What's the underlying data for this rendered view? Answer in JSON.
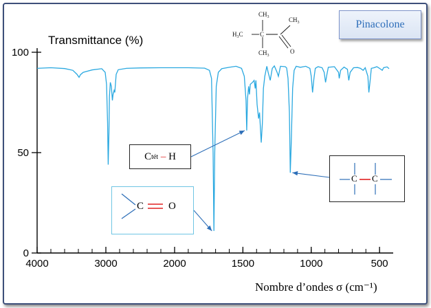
{
  "title": "Pinacolone",
  "chart_data": {
    "type": "line",
    "title": "",
    "ylabel": "Transmittance (%)",
    "xlabel": "Nombre d’ondes σ (cm⁻¹)",
    "xlim": [
      4000,
      400
    ],
    "ylim": [
      0,
      100
    ],
    "x_ticks": [
      "4000",
      "3000",
      "2000",
      "1500",
      "1000",
      "500"
    ],
    "y_ticks": [
      "0",
      "50",
      "100"
    ],
    "grid": false,
    "series": [
      {
        "color": "#29a8e0",
        "points": [
          [
            4000,
            92
          ],
          [
            3800,
            92.3
          ],
          [
            3600,
            91.9
          ],
          [
            3480,
            91
          ],
          [
            3420,
            89
          ],
          [
            3390,
            87.5
          ],
          [
            3370,
            88.8
          ],
          [
            3330,
            90
          ],
          [
            3200,
            91.2
          ],
          [
            3060,
            91.8
          ],
          [
            3010,
            90
          ],
          [
            2990,
            84
          ],
          [
            2975,
            65
          ],
          [
            2966,
            44
          ],
          [
            2955,
            60
          ],
          [
            2948,
            78
          ],
          [
            2935,
            85
          ],
          [
            2920,
            83
          ],
          [
            2905,
            76
          ],
          [
            2895,
            79
          ],
          [
            2880,
            81
          ],
          [
            2870,
            80
          ],
          [
            2850,
            89
          ],
          [
            2820,
            91.3
          ],
          [
            2700,
            92
          ],
          [
            2500,
            92.2
          ],
          [
            2200,
            92.3
          ],
          [
            1900,
            92.3
          ],
          [
            1780,
            92.1
          ],
          [
            1745,
            91
          ],
          [
            1730,
            87
          ],
          [
            1718,
            50
          ],
          [
            1712,
            11
          ],
          [
            1706,
            50
          ],
          [
            1695,
            83
          ],
          [
            1680,
            90
          ],
          [
            1655,
            91.8
          ],
          [
            1600,
            92.5
          ],
          [
            1550,
            93
          ],
          [
            1510,
            92
          ],
          [
            1490,
            88
          ],
          [
            1477,
            76
          ],
          [
            1472,
            61
          ],
          [
            1466,
            77
          ],
          [
            1458,
            83
          ],
          [
            1452,
            79
          ],
          [
            1446,
            84
          ],
          [
            1430,
            85
          ],
          [
            1418,
            86
          ],
          [
            1410,
            82
          ],
          [
            1405,
            86
          ],
          [
            1396,
            74
          ],
          [
            1385,
            67
          ],
          [
            1378,
            70
          ],
          [
            1366,
            55
          ],
          [
            1358,
            64
          ],
          [
            1350,
            82
          ],
          [
            1340,
            88
          ],
          [
            1325,
            93
          ],
          [
            1315,
            90
          ],
          [
            1300,
            86
          ],
          [
            1285,
            92
          ],
          [
            1270,
            93.2
          ],
          [
            1250,
            90
          ],
          [
            1240,
            88
          ],
          [
            1225,
            93
          ],
          [
            1190,
            92.8
          ],
          [
            1180,
            92.2
          ],
          [
            1170,
            87
          ],
          [
            1160,
            70
          ],
          [
            1153,
            40
          ],
          [
            1146,
            55
          ],
          [
            1136,
            82
          ],
          [
            1125,
            91
          ],
          [
            1110,
            93
          ],
          [
            1080,
            92.5
          ],
          [
            1040,
            93
          ],
          [
            1010,
            92
          ],
          [
            1000,
            88
          ],
          [
            990,
            80
          ],
          [
            980,
            87
          ],
          [
            970,
            92
          ],
          [
            950,
            92.8
          ],
          [
            920,
            92.3
          ],
          [
            905,
            90
          ],
          [
            895,
            85
          ],
          [
            885,
            89
          ],
          [
            875,
            92.5
          ],
          [
            830,
            92.8
          ],
          [
            800,
            90
          ],
          [
            795,
            87
          ],
          [
            785,
            91
          ],
          [
            760,
            92.6
          ],
          [
            735,
            91.5
          ],
          [
            725,
            86
          ],
          [
            715,
            90
          ],
          [
            690,
            92.3
          ],
          [
            660,
            92.4
          ],
          [
            640,
            92
          ],
          [
            620,
            91
          ],
          [
            605,
            92.3
          ],
          [
            585,
            88
          ],
          [
            578,
            80
          ],
          [
            570,
            85
          ],
          [
            560,
            92
          ],
          [
            540,
            92.3
          ],
          [
            520,
            92.8
          ],
          [
            500,
            92
          ],
          [
            480,
            91
          ],
          [
            470,
            92.3
          ],
          [
            445,
            92.7
          ],
          [
            430,
            91.8
          ]
        ]
      }
    ],
    "annotations": [
      {
        "label": "C–H",
        "sub": "tét",
        "target": [
          1472,
          61
        ]
      },
      {
        "label": "C=O",
        "target": [
          1712,
          11
        ]
      },
      {
        "label": "C–C",
        "target": [
          1153,
          40
        ]
      }
    ]
  },
  "annotations_text": {
    "ch": {
      "left": "C",
      "sub": "tét",
      "right": "H"
    },
    "co": {
      "c": "C",
      "o": "O"
    },
    "cc": {
      "c1": "C",
      "c2": "C"
    }
  },
  "molecule": {
    "ch3": "CH",
    "h3c": "H",
    "sub3": "3",
    "c": "C",
    "o": "O"
  }
}
